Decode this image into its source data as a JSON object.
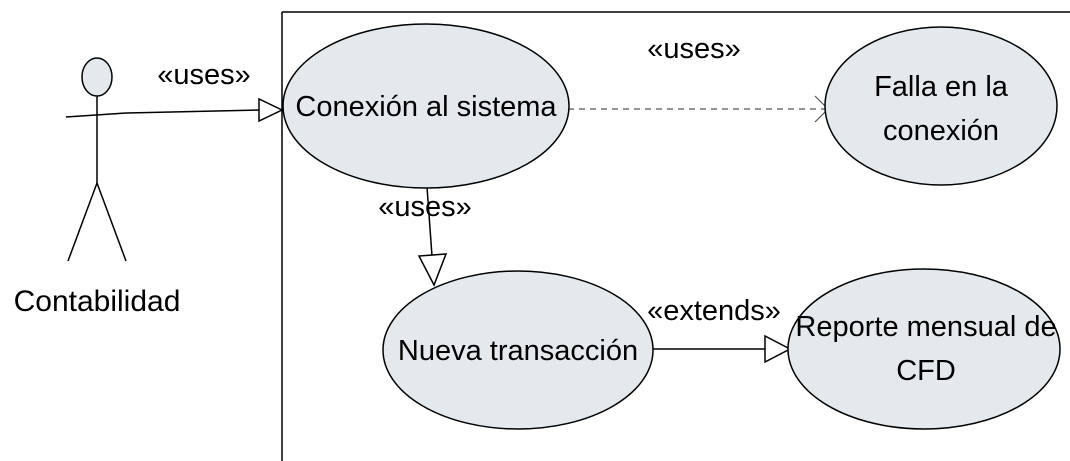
{
  "diagram": {
    "actor": {
      "name": "Contabilidad",
      "icon": "stick-figure-actor"
    },
    "use_cases": {
      "conexion": {
        "lines": [
          "Conexión al sistema"
        ]
      },
      "falla": {
        "lines": [
          "Falla en la",
          "conexión"
        ]
      },
      "nueva": {
        "lines": [
          "Nueva transacción"
        ]
      },
      "reporte": {
        "lines": [
          "Reporte mensual de",
          "CFD"
        ]
      }
    },
    "relationships": {
      "actor_conexion": {
        "stereotype": "«uses»",
        "style": "solid"
      },
      "conexion_falla": {
        "stereotype": "«uses»",
        "style": "dashed"
      },
      "conexion_nueva": {
        "stereotype": "«uses»",
        "style": "solid"
      },
      "nueva_reporte": {
        "stereotype": "«extends»",
        "style": "solid"
      }
    },
    "colors": {
      "use_case_fill": "#e3e9ed",
      "stroke": "#000000",
      "dashed_stroke": "#555555",
      "actor_head_fill": "#e3e9ed",
      "background": "#ffffff"
    }
  }
}
